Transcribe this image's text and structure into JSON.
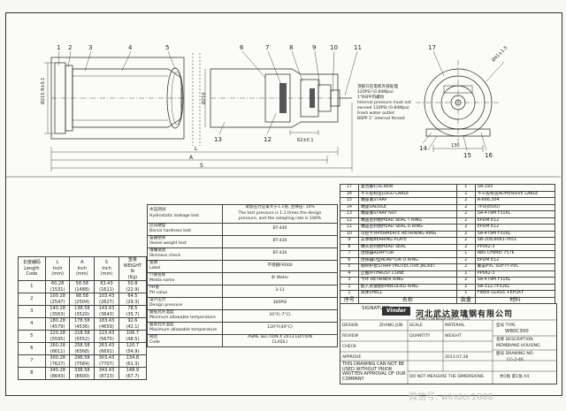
{
  "callouts_top": [
    "1",
    "2",
    "3",
    "4",
    "5",
    "6",
    "7",
    "8",
    "9",
    "10",
    "11"
  ],
  "callouts_bottom": [
    "13",
    "12",
    "14",
    "15",
    "16",
    "17"
  ],
  "dims": {
    "od_left": "Ø215.9±0.1",
    "d_center": "Ø210",
    "d_end": "Ø210",
    "d_62": "62±0.1",
    "d_bottom": "Ø7",
    "d_side": "Ø41±1.5",
    "d_130": "130"
  },
  "dim_letters": [
    "L",
    "A",
    "S"
  ],
  "right_note": [
    "顶部只在电机外部处理",
    "120PSI (0.84Mpa)",
    "1\"BSPP内螺纹",
    "Interval pressure must not",
    "exceed 120PSI (0.84Mpa)",
    "Fresh water outlet",
    "BSPP 1\" internal thread"
  ],
  "len_table": {
    "headers": [
      "长度编码\nLength\nCode",
      "L\nInch\n(mm)",
      "A\nInch\n(mm)",
      "S\nInch\n(mm)",
      "重量\nWEIGHT\nlb\n(Kg)"
    ],
    "rows": [
      [
        "1",
        "60.28\n(1531)",
        "58.58\n(1488)",
        "63.43\n(1611)",
        "50.8\n(22.9)"
      ],
      [
        "2",
        "100.28\n(2547)",
        "98.58\n(2504)",
        "103.43\n(2627)",
        "64.5\n(29.3)"
      ],
      [
        "3",
        "140.28\n(3563)",
        "138.58\n(3520)",
        "143.43\n(3643)",
        "78.5\n(35.7)"
      ],
      [
        "4",
        "180.28\n(4579)",
        "178.58\n(4536)",
        "183.43\n(4659)",
        "92.6\n(42.1)"
      ],
      [
        "5",
        "220.28\n(5595)",
        "218.58\n(5552)",
        "223.43\n(5675)",
        "106.7\n(48.5)"
      ],
      [
        "6",
        "260.28\n(6611)",
        "258.58\n(6568)",
        "263.43\n(6691)",
        "120.7\n(54.9)"
      ],
      [
        "7",
        "300.28\n(7627)",
        "298.58\n(7584)",
        "303.43\n(7707)",
        "134.8\n(61.3)"
      ],
      [
        "8",
        "340.28\n(8643)",
        "338.58\n(8600)",
        "343.43\n(8723)",
        "148.9\n(67.7)"
      ]
    ]
  },
  "spec_table": [
    [
      "水压测试\nHydrostatic leakage test",
      "试验压力应该大于1.1倍, 且保压: 10%\nThe test pressure is 1.1 times the design\npressure, and the sampling rate is 100%"
    ],
    [
      "巴氏硬度\nBarcol hardness test",
      "BT-440"
    ],
    [
      "容器壁厚\nVessel weight test",
      "BT-430"
    ],
    [
      "落锤试验\nSkinness check",
      "BT-430"
    ],
    [
      "铭牌\nLabel",
      "不锈钢FR000"
    ],
    [
      "介质名称\nMedia name",
      "水  Water"
    ],
    [
      "PH值\nPH value",
      "3-11"
    ],
    [
      "设计压力\nDesign pressure",
      "300PSI"
    ],
    [
      "最低允许温度\nMinimum allowable temperature",
      "20°F(-7°C)"
    ],
    [
      "最高允许温度\nMaximum allowable temperature",
      "120°F(49°C)"
    ],
    [
      "规范\nCode",
      "ASME SECTION X 2013 EDITION\nCLASS I"
    ]
  ],
  "bom_table": [
    [
      "17",
      "复合螺钉SCREW",
      "1",
      "SA-193"
    ],
    [
      "16",
      "不干胶标签LOGO LABLE",
      "1",
      "不干胶标签ADHENSIVE LABLE"
    ],
    [
      "15",
      "端座塞STRAP",
      "2",
      "A-666,304"
    ],
    [
      "14",
      "端座SADDLE",
      "2",
      "TPU(8500)"
    ],
    [
      "13",
      "端座塞STRAP NUT",
      "2",
      "SA-479M F316L"
    ],
    [
      "12",
      "端盖密封圈HEAD SEAL T RING",
      "2",
      "EPDM E12"
    ],
    [
      "11",
      "端盖密封圈HEAD SEAL D RING",
      "2",
      "EPDM E12"
    ],
    [
      "10",
      "可控卡环PERMEATE RETAINING RING",
      "2",
      "SA-479M F316L"
    ],
    [
      "9",
      "支承板BEARING PLATE",
      "2",
      "SB-209,6061-T651"
    ],
    [
      "8",
      "端头密封圈HEAD SEAL",
      "2",
      "PP062-3"
    ],
    [
      "7",
      "连接器ADAPTOR",
      "1",
      "ABS CHIMEI 757K"
    ],
    [
      "6",
      "连接器O型ADAPTOR O RING",
      "2",
      "EPDM E12"
    ],
    [
      "5",
      "钢带护套STRAP PROTECTIVE JACKET",
      "2",
      "聚氯PVC SOFTY PVC"
    ],
    [
      "4",
      "止推环THRUST CONE",
      "1",
      "PP062-3"
    ],
    [
      "3",
      "卡环 RETAINER RING",
      "2",
      "SA-479M F316L"
    ],
    [
      "2",
      "嵌入式钢圈EMBEDDED RING",
      "2",
      "SA-312,TP316L"
    ],
    [
      "1",
      "壳体SHELL",
      "1",
      "FIBER GLASS +EPOXY"
    ]
  ],
  "bom_header": [
    "序号",
    "名称",
    "数量",
    "材料"
  ],
  "title_block": {
    "brand": "河北武达玻璃钢有限公司",
    "brand_en": "HEBEI CHENGDA FRP Co., LTD",
    "logo": "Vinder",
    "signature": "SIGNATURE",
    "design": "DESIGN",
    "drafter": "ZHANG JUN",
    "review": "REVIEW",
    "check": "CHECK",
    "approve": "APPROVE",
    "scale": "SCALE",
    "material": "MATERIAL",
    "qty": "QUANTITY",
    "weight": "WEIGHT",
    "type_label": "型号 TYPE",
    "type_val": "W80C300",
    "desc_label": "名称 DESCRIPTION",
    "desc_val": "MEMBRANE HOUSING",
    "drw_label": "图号 DRAWING NO.",
    "drw_val": "CG-2-46",
    "notice": "THIS DRAWING CAN NOT BE USED WITHOUT PRIOR WRITTEN APPROVAL OF OUR COMPANY",
    "no_measure": "DO NOT MEASURE THE DIMENSIONS",
    "date": "2013.07.28",
    "page": "共1张 第1张 A4"
  },
  "watermark": "微信号: winder1688"
}
